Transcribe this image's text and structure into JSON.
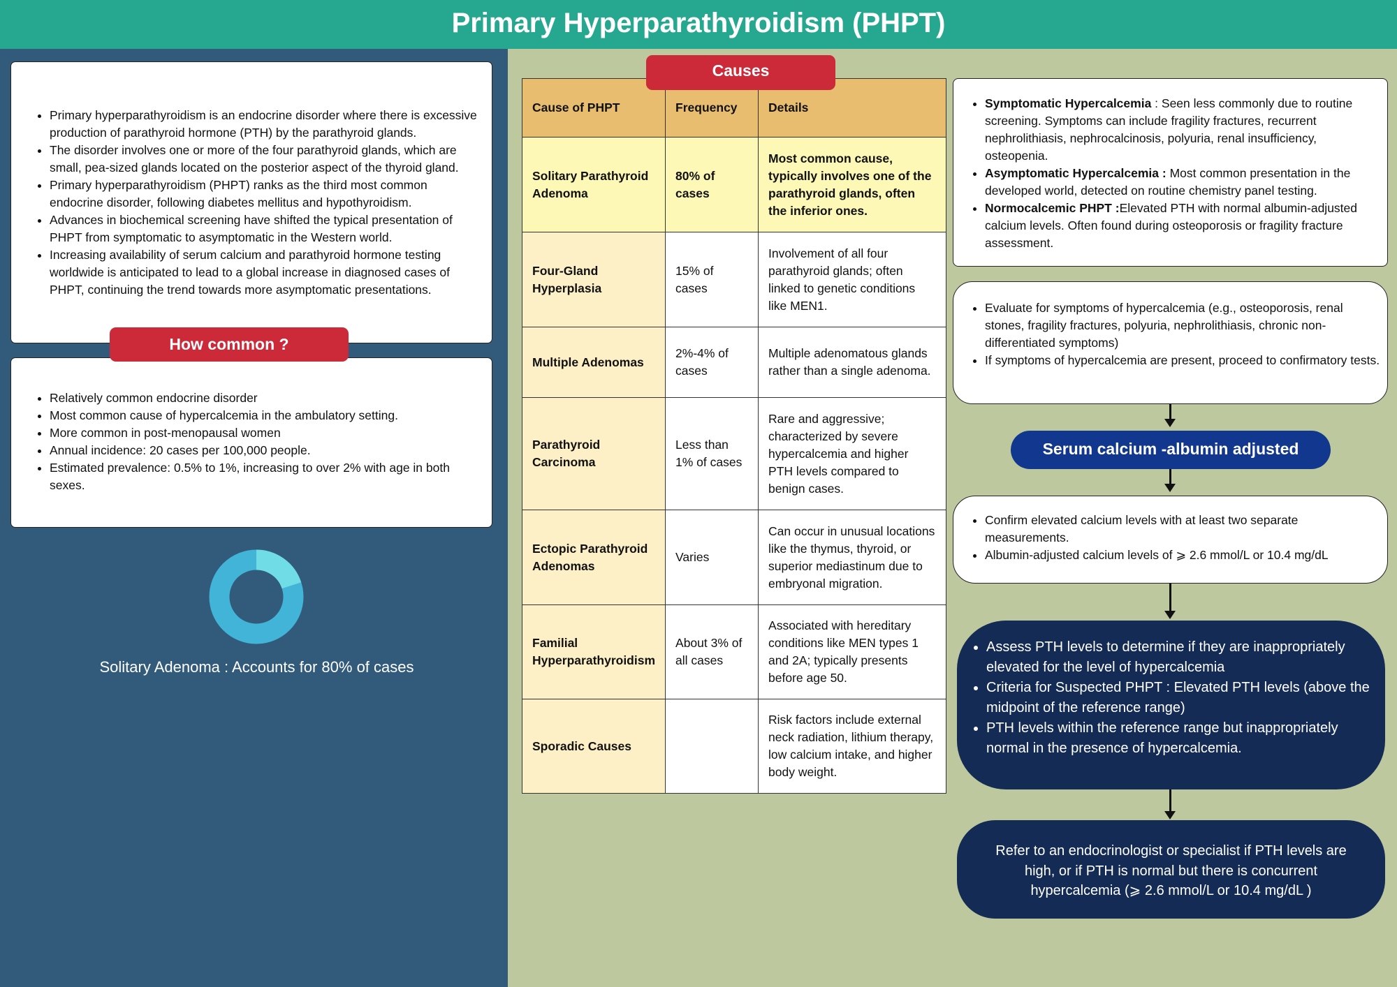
{
  "header": {
    "title": "Primary Hyperparathyroidism (PHPT)"
  },
  "intro": {
    "bullets": [
      "Primary hyperparathyroidism is an endocrine disorder where there is excessive production of parathyroid hormone (PTH) by the parathyroid glands.",
      "The disorder involves one or more of the four parathyroid glands, which are small, pea-sized glands located on the posterior aspect of the thyroid gland.",
      "Primary hyperparathyroidism (PHPT) ranks as the third most common endocrine disorder, following diabetes mellitus and hypothyroidism.",
      "Advances in biochemical screening have shifted the typical presentation of PHPT from symptomatic to asymptomatic in the Western world.",
      "Increasing availability of serum calcium and parathyroid hormone testing worldwide is anticipated to lead to a global increase in diagnosed cases of PHPT, continuing the trend towards more asymptomatic presentations."
    ]
  },
  "how_common": {
    "heading": "How common ?",
    "bullets": [
      "Relatively common endocrine disorder",
      "Most common cause of hypercalcemia in the ambulatory setting.",
      "More common in post-menopausal women",
      "Annual incidence: 20 cases per 100,000 people.",
      "Estimated prevalence: 0.5% to 1%, increasing to over 2% with age in both sexes."
    ]
  },
  "donut": {
    "fraction": 0.8,
    "ring_color": "#41b4d8",
    "segment_color": "#70dde6"
  },
  "donut_caption": "Solitary Adenoma : Accounts for 80% of cases",
  "causes": {
    "heading": "Causes",
    "columns": [
      "Cause of PHPT",
      "Frequency",
      "Details"
    ],
    "rows": [
      {
        "cause": "Solitary Parathyroid Adenoma",
        "frequency": "80% of cases",
        "details": "Most common cause, typically involves one of the parathyroid glands, often the inferior ones."
      },
      {
        "cause": "Four-Gland Hyperplasia",
        "frequency": "15% of cases",
        "details": "Involvement of all four parathyroid glands; often linked to genetic conditions like MEN1."
      },
      {
        "cause": "Multiple Adenomas",
        "frequency": "2%-4% of cases",
        "details": "Multiple adenomatous glands rather than a single adenoma."
      },
      {
        "cause": "Parathyroid Carcinoma",
        "frequency": "Less than 1% of cases",
        "details": "Rare and aggressive; characterized by severe hypercalcemia and higher PTH levels compared to benign cases."
      },
      {
        "cause": "Ectopic Parathyroid Adenomas",
        "frequency": "Varies",
        "details": "Can occur in unusual locations like the thymus, thyroid, or superior mediastinum due to embryonal migration."
      },
      {
        "cause": "Familial Hyperparathyroidism",
        "frequency": "About 3% of all cases",
        "details": "Associated with hereditary conditions like MEN types 1 and 2A; typically presents before age 50."
      },
      {
        "cause": "Sporadic Causes",
        "frequency": "",
        "details": "Risk factors include external neck radiation, lithium therapy, low calcium intake, and higher body weight."
      }
    ]
  },
  "presentation": {
    "items": [
      {
        "term": "Symptomatic Hypercalcemia",
        "sep": " : ",
        "text": "Seen less commonly due to routine screening. Symptoms can include fragility fractures, recurrent nephrolithiasis, nephrocalcinosis, polyuria, renal insufficiency, osteopenia."
      },
      {
        "term": "Asymptomatic Hypercalcemia :",
        "sep": " ",
        "text": "Most common presentation in the developed world, detected on routine chemistry panel testing."
      },
      {
        "term": "Normocalcemic PHPT :",
        "sep": "",
        "text": "Elevated PTH with normal albumin-adjusted calcium levels. Often found during osteoporosis or fragility fracture assessment."
      }
    ]
  },
  "evaluate": {
    "bullets": [
      "Evaluate for symptoms of hypercalcemia (e.g., osteoporosis, renal stones, fragility fractures, polyuria, nephrolithiasis, chronic non-differentiated symptoms)",
      "If symptoms of hypercalcemia are present, proceed to confirmatory tests."
    ]
  },
  "serum_pill": "Serum calcium -albumin adjusted",
  "confirm": {
    "bullets": [
      "Confirm elevated calcium levels with at least two separate measurements.",
      "Albumin-adjusted calcium levels of ⩾ 2.6 mmol/L or  10.4 mg/dL"
    ]
  },
  "pth": {
    "bullets": [
      "Assess PTH levels to determine if they are inappropriately elevated for the level of hypercalcemia",
      "Criteria for Suspected PHPT : Elevated PTH levels (above the midpoint of the reference range)",
      "PTH levels within the reference range but inappropriately normal in the presence of hypercalcemia."
    ]
  },
  "refer": "Refer to an endocrinologist or specialist if PTH levels are high, or if PTH is normal but there is concurrent hypercalcemia (⩾ 2.6 mmol/L or 10.4 mg/dL )"
}
